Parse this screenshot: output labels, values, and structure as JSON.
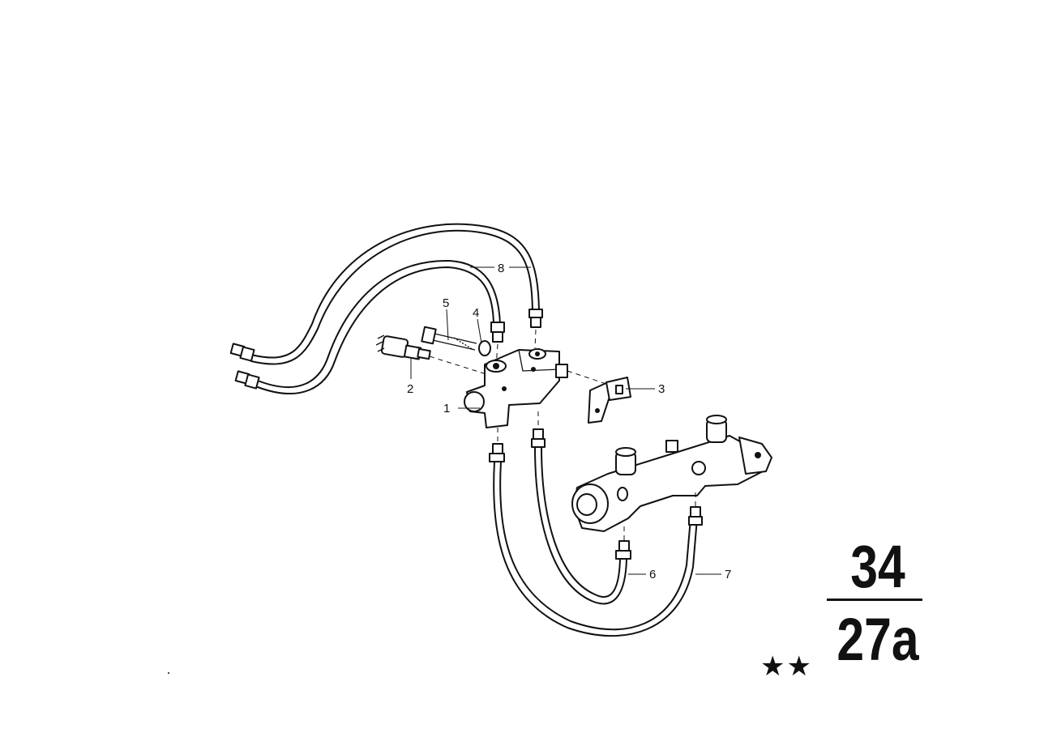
{
  "callouts": {
    "c1": "1",
    "c2": "2",
    "c3": "3",
    "c4": "4",
    "c5": "5",
    "c6": "6",
    "c7": "7",
    "c8": "8"
  },
  "group": {
    "main": "34",
    "sub": "27a",
    "stars": "★★"
  }
}
